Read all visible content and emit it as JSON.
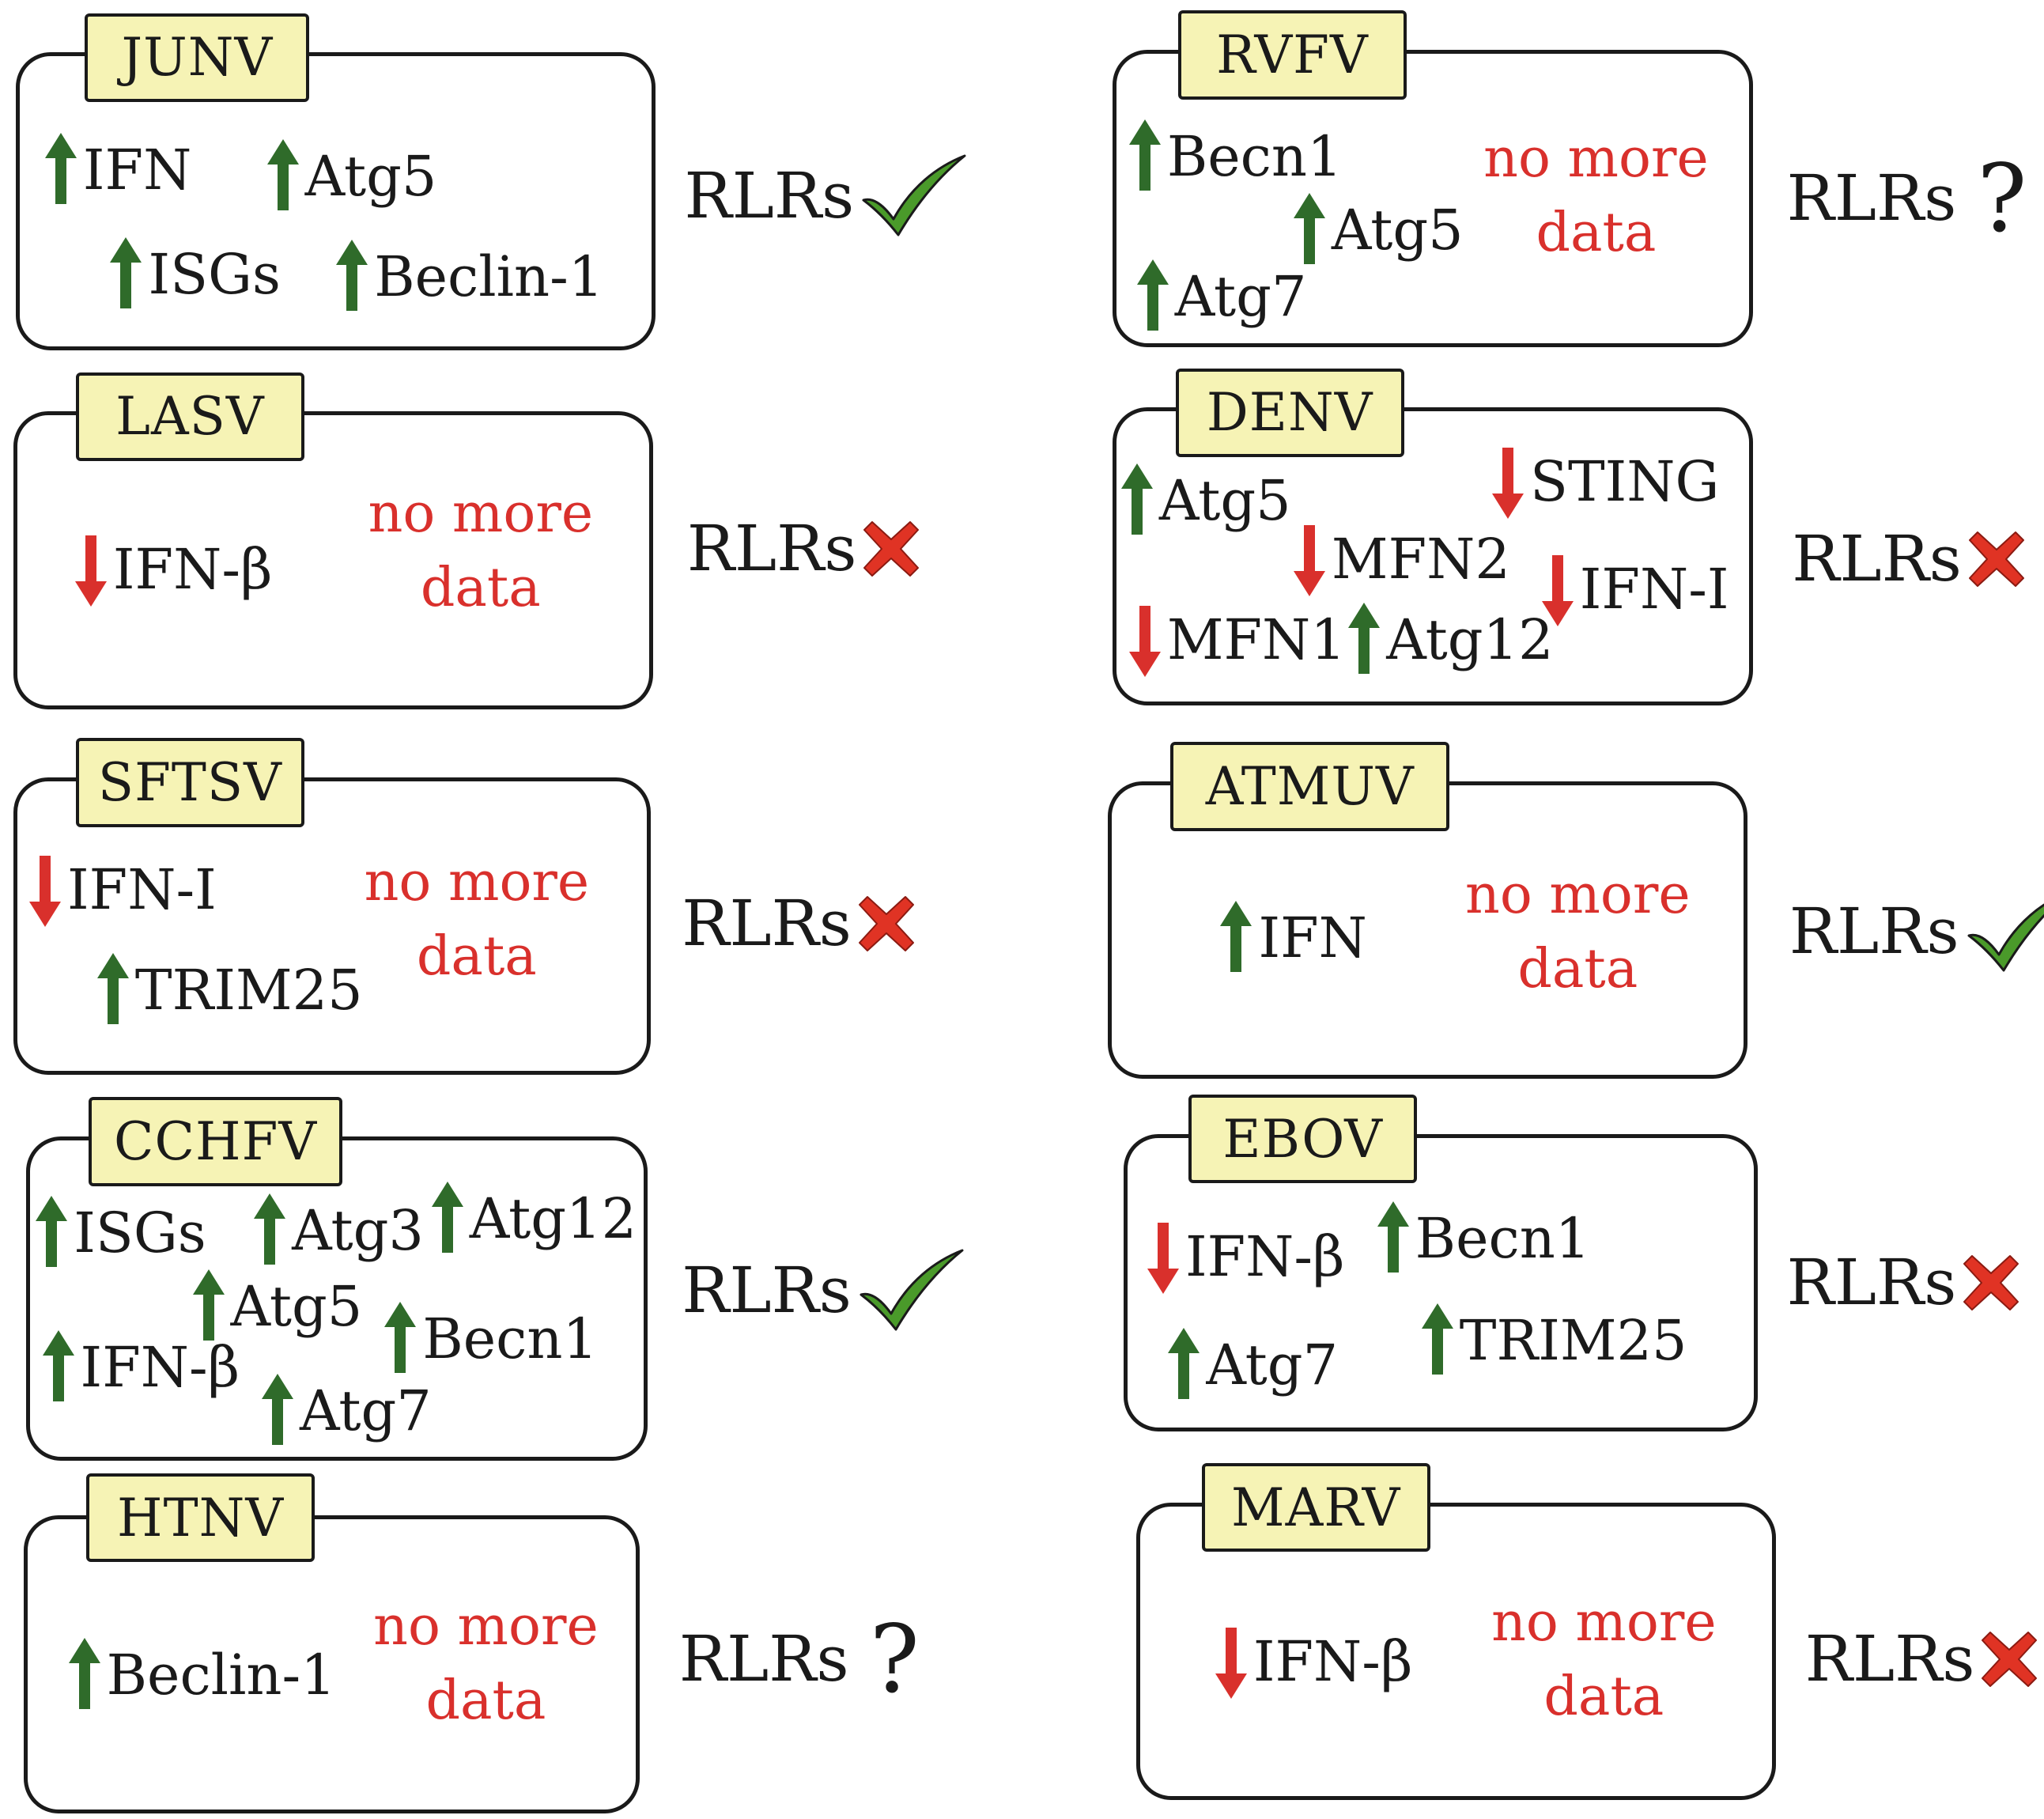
{
  "colors": {
    "up": "#2f6b2a",
    "down": "#d9302c",
    "check": "#4a9a2a",
    "cross": "#e03324",
    "tag_fill": "#f6f3b5",
    "no_data_text": "#d9302c"
  },
  "verdict_label": "RLRs",
  "no_data_text": [
    "no more",
    "data"
  ],
  "panels": [
    {
      "virus": "JUNV",
      "markers": [
        {
          "label": "IFN",
          "dir": "up"
        },
        {
          "label": "Atg5",
          "dir": "up"
        },
        {
          "label": "ISGs",
          "dir": "up"
        },
        {
          "label": "Beclin-1",
          "dir": "up"
        }
      ],
      "no_more_data": false,
      "verdict": "check",
      "verdict_icon": "check-icon"
    },
    {
      "virus": "LASV",
      "markers": [
        {
          "label": "IFN-β",
          "dir": "down"
        }
      ],
      "no_more_data": true,
      "verdict": "cross",
      "verdict_icon": "cross-icon"
    },
    {
      "virus": "SFTSV",
      "markers": [
        {
          "label": "IFN-I",
          "dir": "down"
        },
        {
          "label": "TRIM25",
          "dir": "up"
        }
      ],
      "no_more_data": true,
      "verdict": "cross",
      "verdict_icon": "cross-icon"
    },
    {
      "virus": "CCHFV",
      "markers": [
        {
          "label": "ISGs",
          "dir": "up"
        },
        {
          "label": "Atg3",
          "dir": "up"
        },
        {
          "label": "Atg12",
          "dir": "up"
        },
        {
          "label": "Atg5",
          "dir": "up"
        },
        {
          "label": "Becn1",
          "dir": "up"
        },
        {
          "label": "IFN-β",
          "dir": "up"
        },
        {
          "label": "Atg7",
          "dir": "up"
        }
      ],
      "no_more_data": false,
      "verdict": "check",
      "verdict_icon": "check-icon"
    },
    {
      "virus": "HTNV",
      "markers": [
        {
          "label": "Beclin-1",
          "dir": "up"
        }
      ],
      "no_more_data": true,
      "verdict": "question",
      "verdict_icon": "question-icon",
      "verdict_symbol": "?"
    },
    {
      "virus": "RVFV",
      "markers": [
        {
          "label": "Becn1",
          "dir": "up"
        },
        {
          "label": "Atg5",
          "dir": "up"
        },
        {
          "label": "Atg7",
          "dir": "up"
        }
      ],
      "no_more_data": true,
      "verdict": "question",
      "verdict_icon": "question-icon",
      "verdict_symbol": "?"
    },
    {
      "virus": "DENV",
      "markers": [
        {
          "label": "Atg5",
          "dir": "up"
        },
        {
          "label": "STING",
          "dir": "down"
        },
        {
          "label": "MFN2",
          "dir": "down"
        },
        {
          "label": "IFN-I",
          "dir": "down"
        },
        {
          "label": "MFN1",
          "dir": "down"
        },
        {
          "label": "Atg12",
          "dir": "up"
        }
      ],
      "no_more_data": false,
      "verdict": "cross",
      "verdict_icon": "cross-icon"
    },
    {
      "virus": "ATMUV",
      "markers": [
        {
          "label": "IFN",
          "dir": "up"
        }
      ],
      "no_more_data": true,
      "verdict": "check",
      "verdict_icon": "check-icon"
    },
    {
      "virus": "EBOV",
      "markers": [
        {
          "label": "IFN-β",
          "dir": "down"
        },
        {
          "label": "Becn1",
          "dir": "up"
        },
        {
          "label": "Atg7",
          "dir": "up"
        },
        {
          "label": "TRIM25",
          "dir": "up"
        }
      ],
      "no_more_data": false,
      "verdict": "cross",
      "verdict_icon": "cross-icon"
    },
    {
      "virus": "MARV",
      "markers": [
        {
          "label": "IFN-β",
          "dir": "down"
        }
      ],
      "no_more_data": true,
      "verdict": "cross",
      "verdict_icon": "cross-icon"
    }
  ]
}
